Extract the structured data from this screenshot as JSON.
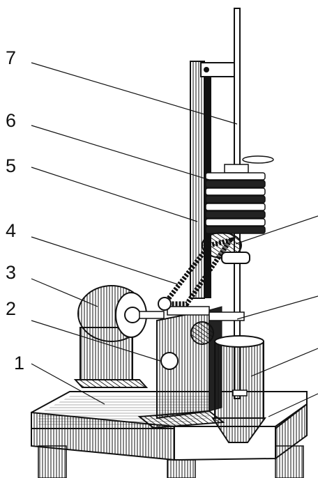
{
  "labels": [
    {
      "id": "l7",
      "text": "7"
    },
    {
      "id": "l6",
      "text": "6"
    },
    {
      "id": "l5",
      "text": "5"
    },
    {
      "id": "l4",
      "text": "4"
    },
    {
      "id": "l3",
      "text": "3"
    },
    {
      "id": "l2",
      "text": "2"
    },
    {
      "id": "l1",
      "text": "1"
    }
  ],
  "colors": {
    "ink": "#111111",
    "paper": "#ffffff",
    "shade": "#555555"
  }
}
